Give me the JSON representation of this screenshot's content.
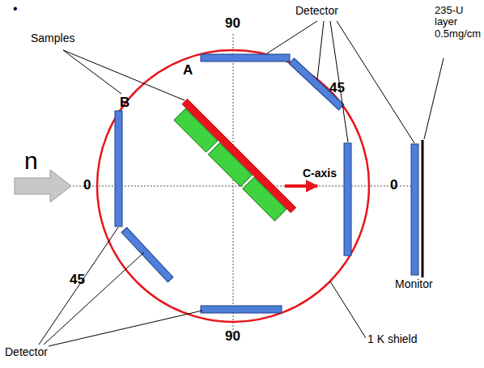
{
  "diagram": {
    "labels": [
      "•",
      "90",
      "Detector",
      "Samples",
      "45",
      "235-U layer 0.5mg/cm",
      "A",
      "n",
      "B",
      "C-axis",
      "0",
      "0",
      "Monitor",
      "45",
      "90",
      "1 K shield",
      "Detector"
    ]
  }
}
